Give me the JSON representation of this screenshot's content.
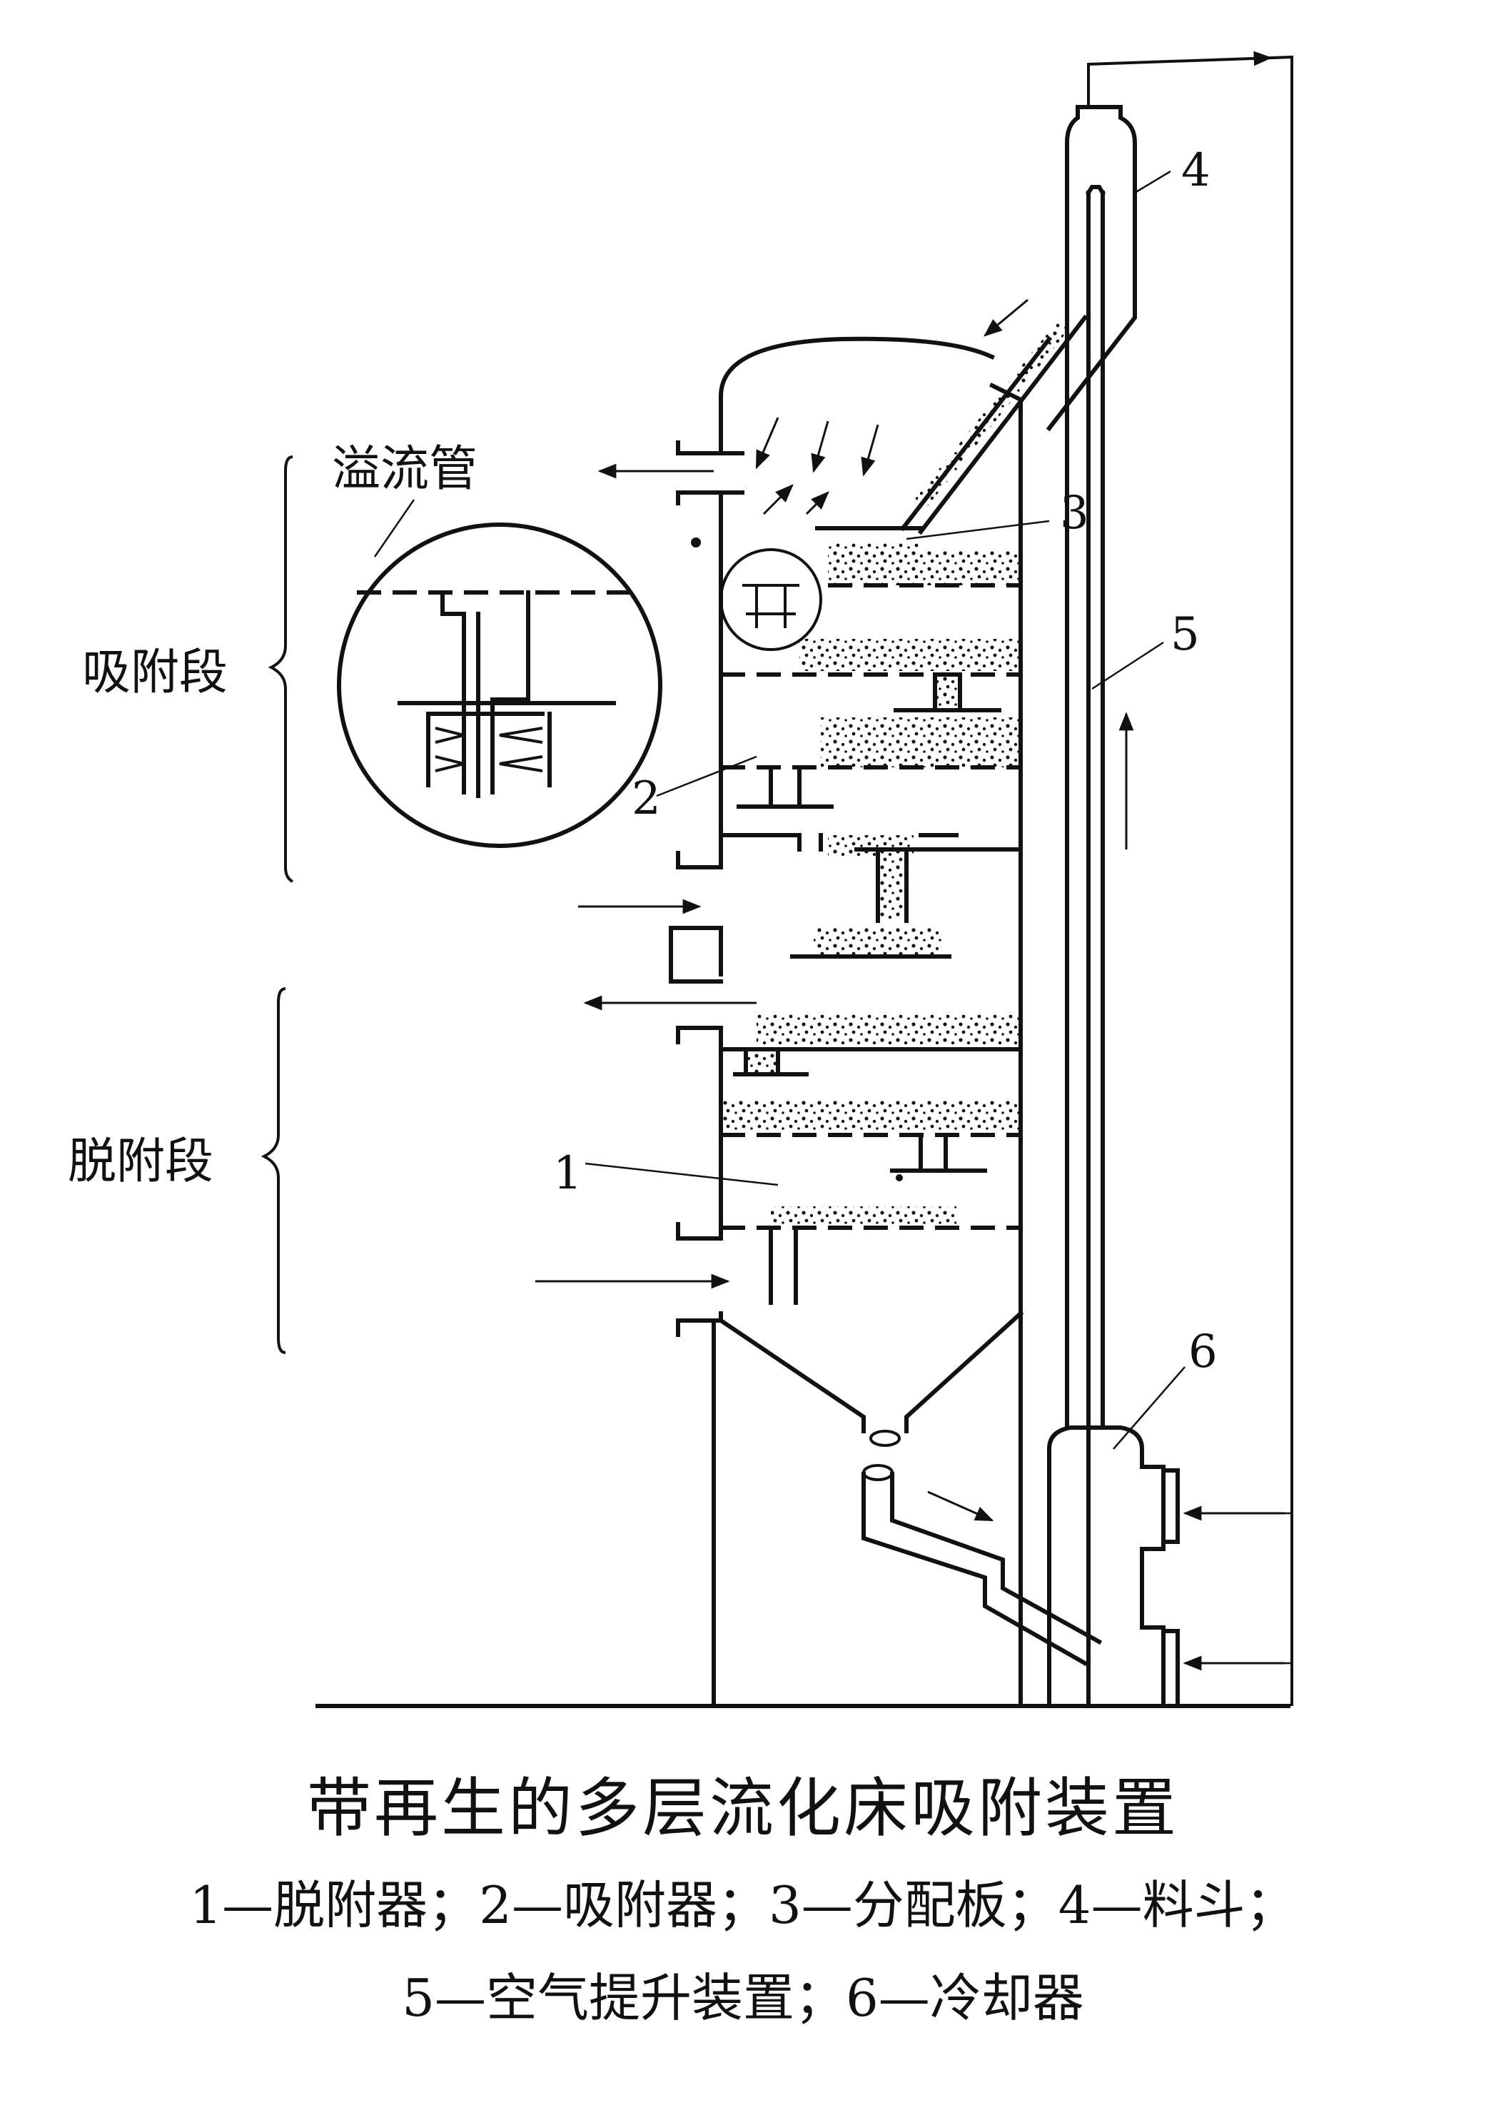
{
  "labels": {
    "overflow_pipe": "溢流管",
    "adsorption_section": "吸附段",
    "desorption_section": "脱附段",
    "n1": "1",
    "n2": "2",
    "n3": "3",
    "n4": "4",
    "n5": "5",
    "n6": "6"
  },
  "caption": {
    "title": "带再生的多层流化床吸附装置",
    "legend_line1": "1—脱附器；2—吸附器；3—分配板；4—料斗；",
    "legend_line2": "5—空气提升装置；6—冷却器"
  }
}
